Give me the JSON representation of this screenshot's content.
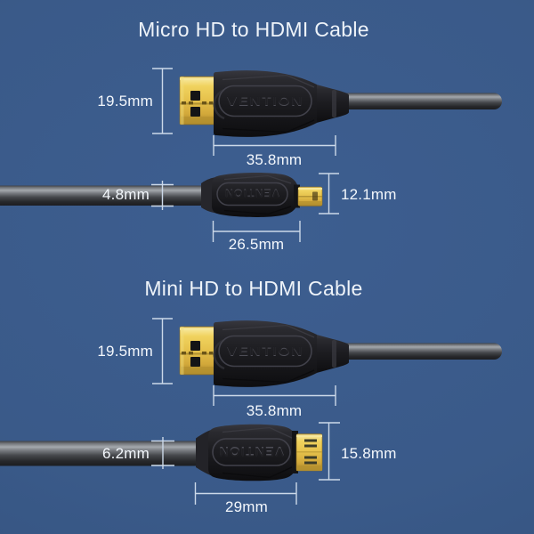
{
  "colors": {
    "background": "#3a5a89",
    "title_text": "#eef3f9",
    "measure_line": "#ccd9e9",
    "gold_plug": "#e4bf4a",
    "connector_body": "#1a1a1d",
    "cable_gray": "#6e7074"
  },
  "sections": [
    {
      "title": "Micro HD to HDMI Cable",
      "hdmi_connector": {
        "brand": "VENTION",
        "height": "19.5mm",
        "width": "35.8mm"
      },
      "small_connector": {
        "brand": "VENTION",
        "cable_diameter": "4.8mm",
        "height": "12.1mm",
        "width": "26.5mm"
      }
    },
    {
      "title": "Mini HD to HDMI Cable",
      "hdmi_connector": {
        "brand": "VENTION",
        "height": "19.5mm",
        "width": "35.8mm"
      },
      "small_connector": {
        "brand": "VENTION",
        "cable_diameter": "6.2mm",
        "height": "15.8mm",
        "width": "29mm"
      }
    }
  ]
}
